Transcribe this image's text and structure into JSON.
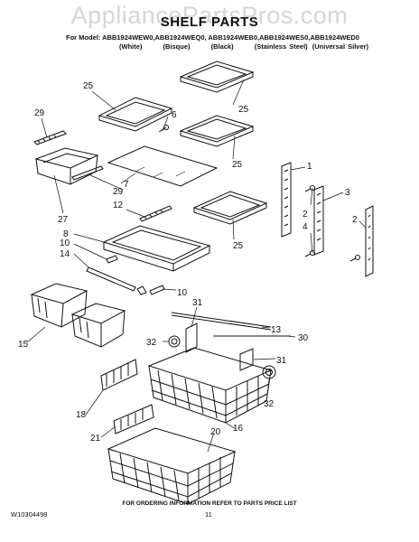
{
  "watermark": "AppliancePartsPros.com",
  "title": "SHELF PARTS",
  "models_line": "For Model: ABB1924WEW0,ABB1924WEQ0, ABB1924WEB0,ABB1924WES0,ABB1924WED0",
  "colors": [
    "(White)",
    "(Bisque)",
    "(Black)",
    "(Stainless Steel)",
    "(Universal Silver)"
  ],
  "callouts": {
    "c25a": "25",
    "c25b": "25",
    "c25c": "25",
    "c25d": "25",
    "c6": "6",
    "c29a": "29",
    "c29b": "29",
    "c7": "7",
    "c27": "27",
    "c12": "12",
    "c8": "8",
    "c10a": "10",
    "c10b": "10",
    "c14": "14",
    "c15": "15",
    "c1": "1",
    "c2a": "2",
    "c4": "4",
    "c3": "3",
    "c2b": "2",
    "c31a": "31",
    "c31b": "31",
    "c13": "13",
    "c32a": "32",
    "c32b": "32",
    "c30": "30",
    "c18": "18",
    "c16": "16",
    "c21": "21",
    "c20": "20"
  },
  "footer": {
    "ordering_info": "FOR ORDERING INFORMATION REFER TO PARTS PRICE LIST",
    "doc_id": "W10304498",
    "page_number": "11"
  }
}
